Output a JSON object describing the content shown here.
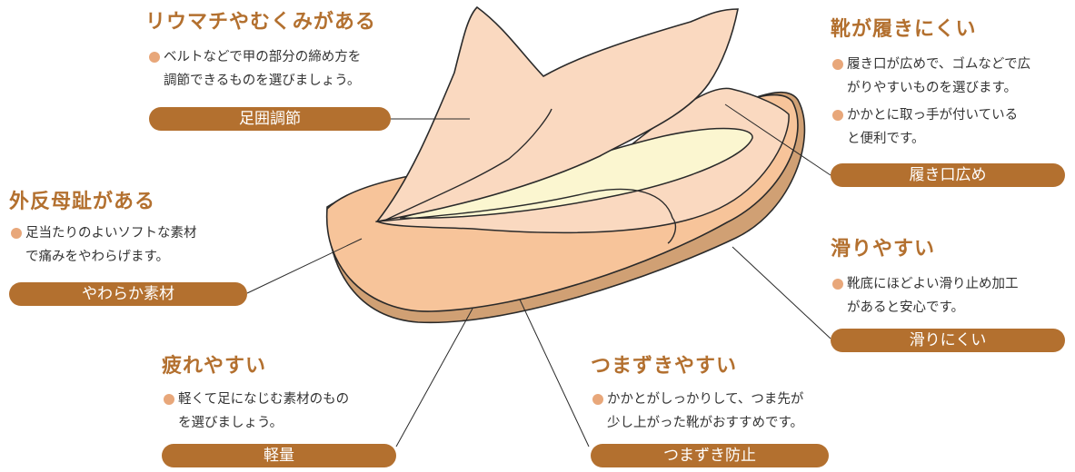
{
  "colors": {
    "accent": "#b3702f",
    "bullet": "#e8a77a",
    "shoe_outer": "#f7c49a",
    "shoe_flap": "#fad9c0",
    "insole": "#fbf6d0",
    "sole": "#d0a074"
  },
  "callouts": [
    {
      "id": "rheumatism",
      "heading": "リウマチやむくみがある",
      "bullets": [
        "ベルトなどで甲の部分の締め方を\n調節できるものを選びましょう。"
      ],
      "label": "足囲調節"
    },
    {
      "id": "hallux",
      "heading": "外反母趾がある",
      "bullets": [
        "足当たりのよいソフトな素材\nで痛みをやわらげます。"
      ],
      "label": "やわらか素材"
    },
    {
      "id": "fatigue",
      "heading": "疲れやすい",
      "bullets": [
        "軽くて足になじむ素材のもの\nを選びましょう。"
      ],
      "label": "軽量"
    },
    {
      "id": "tripping",
      "heading": "つまずきやすい",
      "bullets": [
        "かかとがしっかりして、つま先が\n少し上がった靴がおすすめです。"
      ],
      "label": "つまずき防止"
    },
    {
      "id": "hard-to-wear",
      "heading": "靴が履きにくい",
      "bullets": [
        "履き口が広めで、ゴムなどで広\nがりやすいものを選びます。",
        "かかとに取っ手が付いている\nと便利です。"
      ],
      "label": "履き口広め"
    },
    {
      "id": "slippery",
      "heading": "滑りやすい",
      "bullets": [
        "靴底にほどよい滑り止め加工\nがあると安心です。"
      ],
      "label": "滑りにくい"
    }
  ]
}
